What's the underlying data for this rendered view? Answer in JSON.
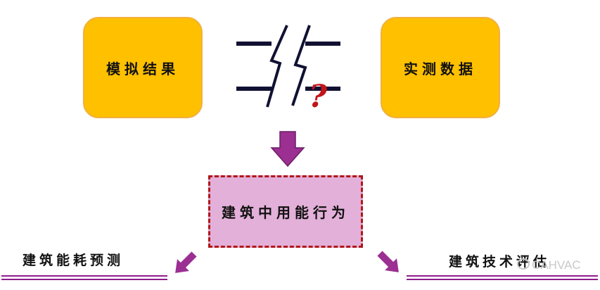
{
  "boxes": {
    "left": "模拟结果",
    "right": "实测数据",
    "center": "建筑中用能行为"
  },
  "question_mark": "?",
  "outputs": {
    "left": "建筑能耗预测",
    "right": "建筑技术评估"
  },
  "watermark": "CAHVAC",
  "colors": {
    "box_fill": "#ffc000",
    "center_fill": "#e3b0d9",
    "center_border": "#b01818",
    "arrow": "#9b2f92",
    "line_purple": "#8e1d8c",
    "question": "#c0161b"
  }
}
